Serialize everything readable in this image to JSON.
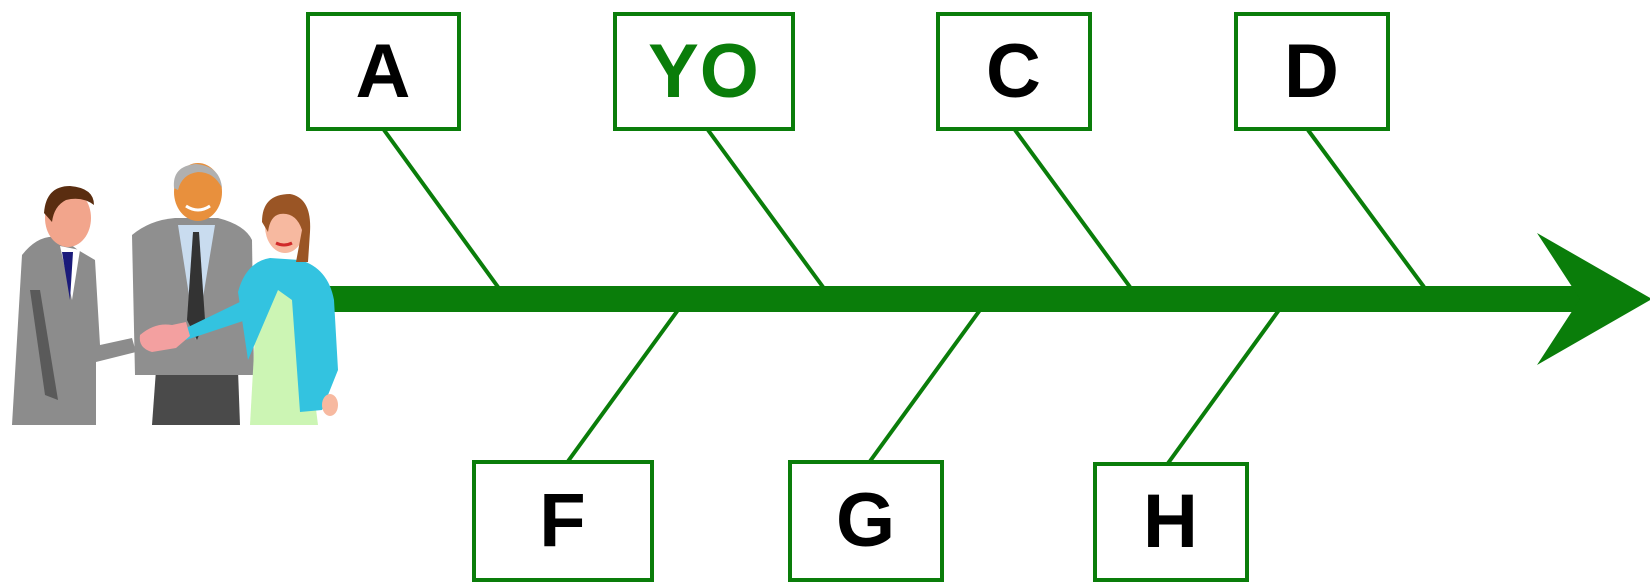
{
  "colors": {
    "line": "#0a7d0a",
    "label_default": "#000000",
    "label_highlight": "#0a7d0a"
  },
  "top_labels": [
    {
      "text": "A",
      "highlight": false
    },
    {
      "text": "YO",
      "highlight": true
    },
    {
      "text": "C",
      "highlight": false
    },
    {
      "text": "D",
      "highlight": false
    }
  ],
  "bottom_labels": [
    {
      "text": "F",
      "highlight": false
    },
    {
      "text": "G",
      "highlight": false
    },
    {
      "text": "H",
      "highlight": false
    }
  ],
  "clipart": {
    "icon": "business-handshake-clipart-icon"
  }
}
